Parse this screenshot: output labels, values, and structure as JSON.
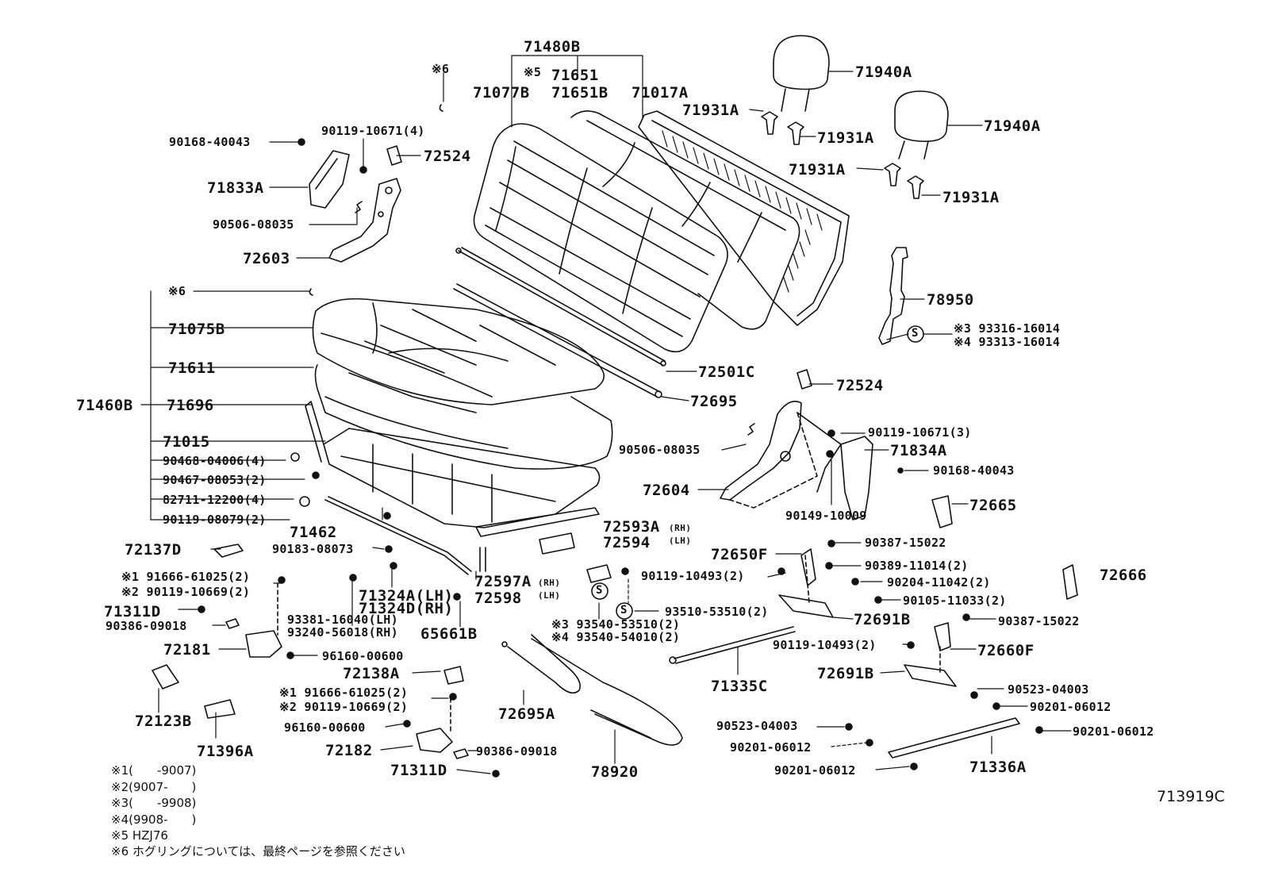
{
  "diagram_code": "713919C",
  "labels": {
    "l71480B": "71480B",
    "n6a": "※6",
    "n5": "※5",
    "l71651": "71651",
    "l71077B": "71077B",
    "l71651B": "71651B",
    "l71017A": "71017A",
    "l71940A_1": "71940A",
    "l71940A_2": "71940A",
    "l71931A_1": "71931A",
    "l71931A_2": "71931A",
    "l71931A_3": "71931A",
    "l71931A_4": "71931A",
    "l90168_40043_a": "90168-40043",
    "l90119_10671_4": "90119-10671(4)",
    "l72524_a": "72524",
    "l71833A": "71833A",
    "l90506_08035_a": "90506-08035",
    "l72603": "72603",
    "n6b": "※6",
    "l71075B": "71075B",
    "l71611": "71611",
    "l71460B": "71460B",
    "l71696": "71696",
    "l71015": "71015",
    "l90468_04006": "90468-04006(4)",
    "l90467_08053": "90467-08053(2)",
    "l82711_12200": "82711-12200(4)",
    "l90119_08079": "90119-08079(2)",
    "l71462": "71462",
    "l72501C": "72501C",
    "l72695": "72695",
    "l78950": "78950",
    "l93316": "※3 93316-16014",
    "l93313": "※4 93313-16014",
    "l72524_b": "72524",
    "l90119_10671_3": "90119-10671(3)",
    "l90506_08035_b": "90506-08035",
    "l71834A": "71834A",
    "l90168_40043_b": "90168-40043",
    "l72604": "72604",
    "l90149_10009": "90149-10009",
    "l72665": "72665",
    "l72593A": "72593A",
    "rh1": "(RH)",
    "l72594": "72594",
    "lh1": "(LH)",
    "l72137D": "72137D",
    "l90183_08073": "90183-08073",
    "l72650F": "72650F",
    "l90387_15022_a": "90387-15022",
    "l91666_1": "※1 91666-61025(2)",
    "l90119_10669_1": "※2 90119-10669(2)",
    "l71324A": "71324A(LH)",
    "l71324D": "71324D(RH)",
    "l72597A": "72597A",
    "rh2": "(RH)",
    "l72598": "72598",
    "lh2": "(LH)",
    "l90119_10493_a": "90119-10493(2)",
    "l90389_11014": "90389-11014(2)",
    "l72666": "72666",
    "l90204_11042": "90204-11042(2)",
    "l71311D_a": "71311D",
    "l90105_11033": "90105-11033(2)",
    "l93381": "93381-16040(LH)",
    "l93240": "93240-56018(RH)",
    "l93510": "93510-53510(2)",
    "l72691B_a": "72691B",
    "l90386_09018_a": "90386-09018",
    "l93540_53510": "※3 93540-53510(2)",
    "l93540_54010": "※4 93540-54010(2)",
    "l90387_15022_b": "90387-15022",
    "l65661B": "65661B",
    "l72181": "72181",
    "l90119_10493_b": "90119-10493(2)",
    "l72660F": "72660F",
    "l96160_00600_a": "96160-00600",
    "l72138A": "72138A",
    "l71335C": "71335C",
    "l72691B_b": "72691B",
    "l91666_2": "※1 91666-61025(2)",
    "l90119_10669_2": "※2 90119-10669(2)",
    "l90523_04003_a": "90523-04003",
    "l72123B": "72123B",
    "l72695A": "72695A",
    "l90201_06012_a": "90201-06012",
    "l96160_00600_b": "96160-00600",
    "l90523_04003_b": "90523-04003",
    "l90201_06012_b": "90201-06012",
    "l71396A": "71396A",
    "l72182": "72182",
    "l90386_09018_b": "90386-09018",
    "l90201_06012_c": "90201-06012",
    "l71311D_b": "71311D",
    "l78920": "78920",
    "l90201_06012_d": "90201-06012",
    "l71336A": "71336A"
  },
  "notes": [
    "※1(　　-9007)",
    "※2(9007-　　)",
    "※3(　　-9908)",
    "※4(9908-　　)",
    "※5 HZJ76",
    "※6 ホグリングについては、最終ページを参照ください"
  ],
  "s_marks": [
    "S",
    "S",
    "S"
  ]
}
